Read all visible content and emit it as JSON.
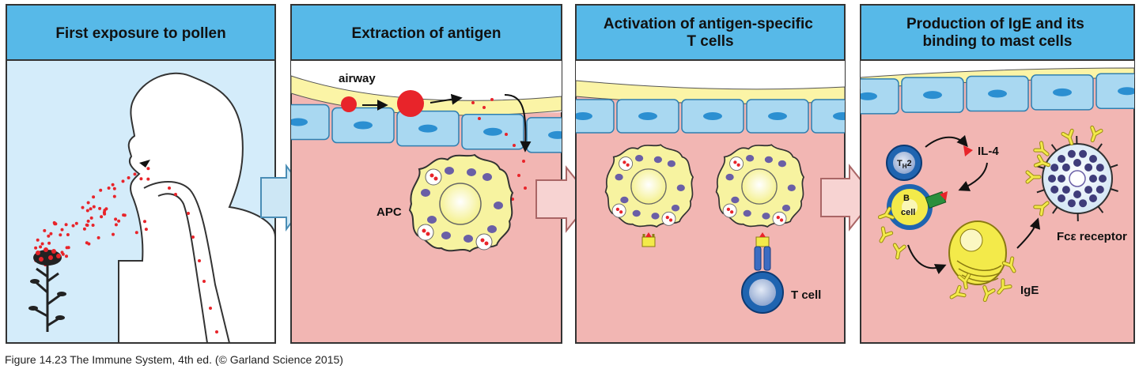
{
  "panels": [
    {
      "title_lines": [
        "First exposure to pollen"
      ]
    },
    {
      "title_lines": [
        "Extraction of antigen"
      ]
    },
    {
      "title_lines": [
        "Activation of antigen-specific",
        "T cells"
      ]
    },
    {
      "title_lines": [
        "Production of IgE and its",
        "binding to mast cells"
      ]
    }
  ],
  "labels": {
    "airway": "airway",
    "apc": "APC",
    "t_cell": "T cell",
    "th2_main": "T",
    "th2_sub": "H",
    "th2_num": "2",
    "il4": "IL-4",
    "b_cell_1": "B",
    "b_cell_2": "cell",
    "ige": "IgE",
    "fce_receptor": "Fcε receptor"
  },
  "caption": "Figure 14.23 The Immune System, 4th ed. (© Garland Science 2015)",
  "colors": {
    "header": "#57b9e8",
    "sky": "#d4ecfa",
    "tissue": "#f2b6b3",
    "mucus": "#fbf4a6",
    "epithelium": "#a9d8f1",
    "nucleus": "#2b8fd1",
    "pollen": "#e8242a",
    "apc": "#f7f3a0",
    "granule": "#6a5fa6",
    "tcell": "#1f64b0",
    "antibody": "#f3ea4a"
  }
}
